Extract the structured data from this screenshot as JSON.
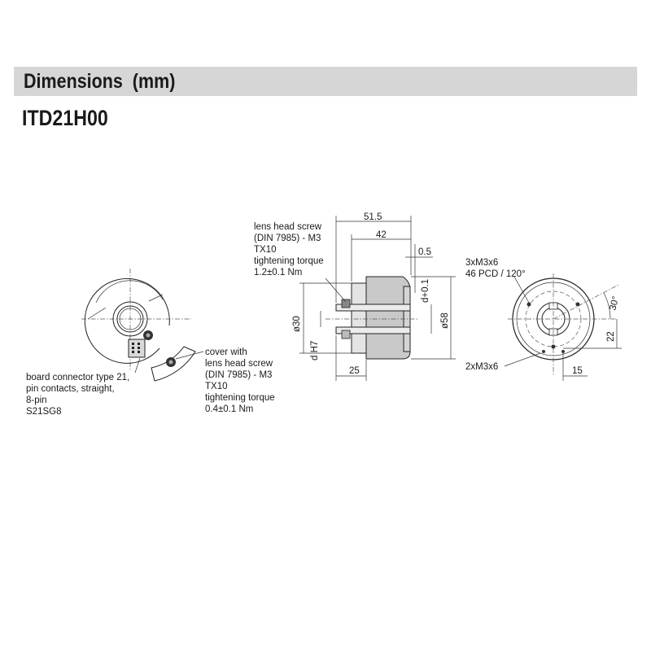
{
  "header": {
    "title": "Dimensions  (mm)"
  },
  "model": "ITD21H00",
  "notes": {
    "board_connector": [
      "board connector type 21,",
      "pin contacts, straight,",
      "8-pin",
      "S21SG8"
    ],
    "cover": [
      "cover with",
      "lens head screw",
      "(DIN 7985) - M3",
      "TX10",
      "tightening torque",
      "0.4±0.1 Nm"
    ],
    "lens_screw": [
      "lens head screw",
      "(DIN 7985) - M3",
      "TX10",
      "tightening torque",
      "1.2±0.1 Nm"
    ],
    "holes_top": [
      "3xM3x6",
      "46 PCD / 120°"
    ],
    "holes_bottom": "2xM3x6"
  },
  "dimensions": {
    "d_51_5": "51.5",
    "d_42": "42",
    "d_0_5": "0.5",
    "d_d_plus": "d+0.1",
    "d_dia58": "ø58",
    "d_dia30": "ø30",
    "d_dH7": "d H7",
    "d_25": "25",
    "d_30deg": "30°",
    "d_22": "22",
    "d_15": "15"
  }
}
